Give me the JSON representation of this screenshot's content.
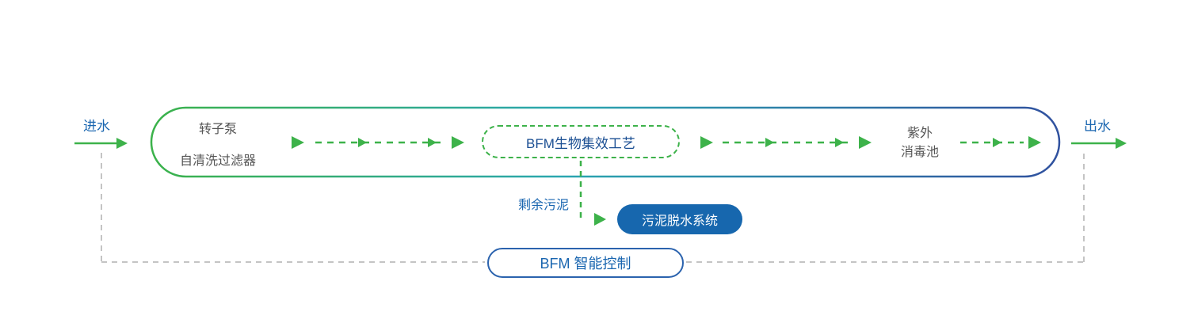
{
  "diagram": {
    "inlet_label": "进水",
    "outlet_label": "出水",
    "pump_label": "转子泵",
    "filter_label": "自清洗过滤器",
    "bfm_process_label": "BFM生物集效工艺",
    "uv_label_line1": "紫外",
    "uv_label_line2": "消毒池",
    "sludge_label": "剩余污泥",
    "sludge_system_label": "污泥脱水系统",
    "control_label": "BFM 智能控制"
  },
  "colors": {
    "flow_green": "#3DB24A",
    "blue_text": "#1A66B0",
    "process_navy_text": "#1B4F93",
    "pill_blue_fill": "#1767AE",
    "container_gradient_start": "#3BB24A",
    "container_gradient_mid": "#2BA7B0",
    "container_gradient_end": "#30519F",
    "gray_dash": "#C4C4C4",
    "dark_text": "#555555"
  }
}
